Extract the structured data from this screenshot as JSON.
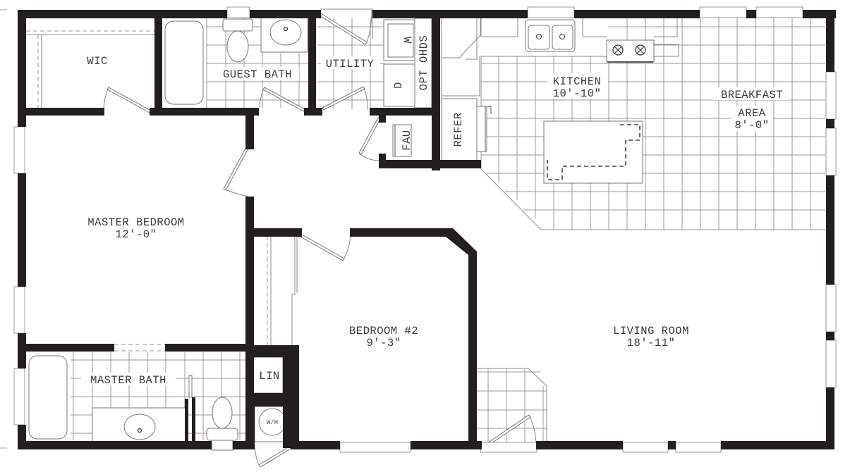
{
  "plan": {
    "rooms": [
      {
        "id": "wic",
        "name": "WIC",
        "dimension": ""
      },
      {
        "id": "guest-bath",
        "name": "GUEST BATH",
        "dimension": ""
      },
      {
        "id": "utility",
        "name": "UTILITY",
        "dimension": ""
      },
      {
        "id": "kitchen",
        "name": "KITCHEN",
        "dimension": "10'-10\""
      },
      {
        "id": "breakfast-area",
        "name": "BREAKFAST",
        "name2": "AREA",
        "dimension": "8'-0\""
      },
      {
        "id": "master-bedroom",
        "name": "MASTER BEDROOM",
        "dimension": "12'-0\""
      },
      {
        "id": "master-bath",
        "name": "MASTER BATH",
        "dimension": ""
      },
      {
        "id": "bedroom-2",
        "name": "BEDROOM #2",
        "dimension": "9'-3\""
      },
      {
        "id": "living-room",
        "name": "LIVING ROOM",
        "dimension": "18'-11\""
      },
      {
        "id": "linen",
        "name": "LIN",
        "dimension": ""
      }
    ],
    "fixtures": {
      "washer": "W",
      "dryer": "D",
      "opt_ohds": "OPT OHDS",
      "fau": "FAU",
      "refer": "REFER",
      "water_heater": "W/H"
    },
    "colors": {
      "wall": "#231f20",
      "line": "#8a8a8a",
      "text": "#3a3a3a",
      "background": "#ffffff"
    }
  }
}
